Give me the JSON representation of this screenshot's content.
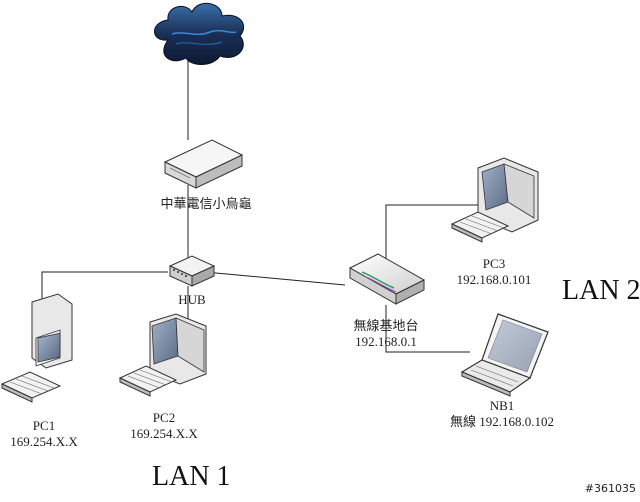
{
  "devices": {
    "modem_label": "中華電信小烏龜",
    "hub_label": "HUB",
    "ap_label": "無線基地台",
    "ap_ip": "192.168.0.1",
    "pc1_label": "PC1",
    "pc1_ip": "169.254.X.X",
    "pc2_label": "PC2",
    "pc2_ip": "169.254.X.X",
    "pc3_label": "PC3",
    "pc3_ip": "192.168.0.101",
    "nb1_label": "NB1",
    "nb1_ip": "無線 192.168.0.102"
  },
  "lans": {
    "lan1": "LAN 1",
    "lan2": "LAN 2"
  },
  "watermark": "#361035",
  "colors": {
    "cloud": "#1a2f57",
    "cloud_glow": "#2f8fd8",
    "line": "#222222",
    "device_body": "#ececec",
    "screen": "#7f8fa8"
  },
  "icons": {
    "cloud": "internet-cloud-icon",
    "modem": "modem-icon",
    "hub": "hub-icon",
    "router": "wireless-router-icon",
    "pc": "desktop-computer-icon",
    "laptop": "laptop-icon"
  }
}
